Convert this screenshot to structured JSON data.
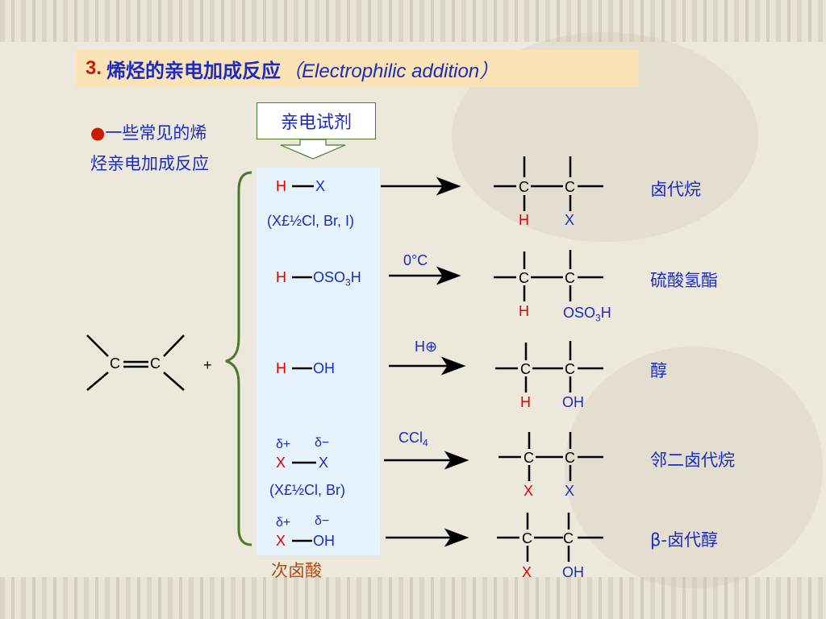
{
  "title": {
    "number": "3.",
    "cn": "烯烃的亲电加成反应",
    "en": "（Electrophilic addition）"
  },
  "bullet": {
    "dot": "●",
    "text": "一些常见的烯烃亲电加成反应"
  },
  "reagent_label": "亲电试剂",
  "plus": "+",
  "alkene": {
    "c1": "C",
    "c2": "C"
  },
  "reactions": [
    {
      "reagent_left": "H",
      "reagent_right": "X",
      "note": "(X£½Cl, Br, I)",
      "condition": "",
      "top": "C",
      "bottom_left": "H",
      "bottom_right": "X",
      "product": "卤代烷"
    },
    {
      "reagent_left": "H",
      "reagent_right": "OSO3H",
      "note": "",
      "condition": "0°C",
      "bottom_left": "H",
      "bottom_right": "OSO3H",
      "product": "硫酸氢酯"
    },
    {
      "reagent_left": "H",
      "reagent_right": "OH",
      "note": "",
      "condition": "H⊕",
      "bottom_left": "H",
      "bottom_right": "OH",
      "product": "醇"
    },
    {
      "reagent_left": "X",
      "reagent_right": "X",
      "note": "(X£½Cl, Br)",
      "condition": "CCl4",
      "delta_plus": "δ+",
      "delta_minus": "δ−",
      "bottom_left": "X",
      "bottom_right": "X",
      "product": "邻二卤代烷"
    },
    {
      "reagent_left": "X",
      "reagent_right": "OH",
      "note": "",
      "condition": "",
      "delta_plus": "δ+",
      "delta_minus": "δ−",
      "bottom_left": "X",
      "bottom_right": "OH",
      "product": "β-卤代醇"
    }
  ],
  "hypohalous": "次卤酸",
  "colors": {
    "title_bg": "#fbe3b6",
    "panel_bg": "#e6f2fc",
    "brace": "#4a7a2a",
    "blue": "#1a2cc0",
    "red": "#e00000"
  }
}
